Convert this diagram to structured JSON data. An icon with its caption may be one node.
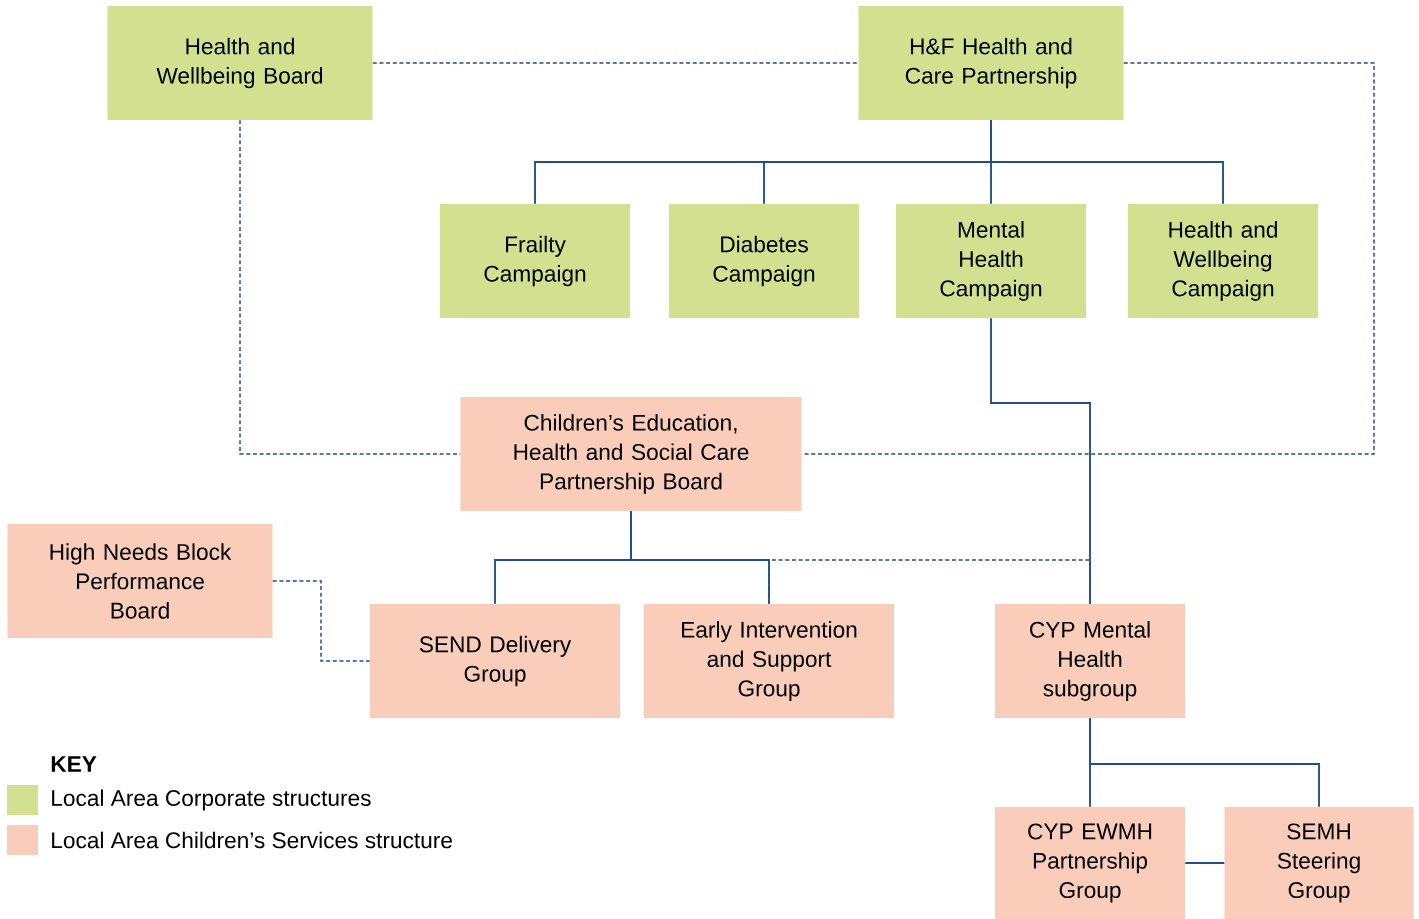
{
  "diagram": {
    "nodes": [
      {
        "text": [
          "Health and Wellbeing Board"
        ]
      },
      {
        "text": [
          "H&F Health and Care Partnership"
        ]
      },
      {
        "text": [
          "Frailty Campaign"
        ]
      },
      {
        "text": [
          "Diabetes Campaign"
        ]
      },
      {
        "text": [
          "Mental Health Campaign"
        ]
      },
      {
        "text": [
          "Health and Wellbeing Campaign"
        ]
      },
      {
        "text": [
          "Children’s Education, Health and Social Care Partnership Board"
        ]
      },
      {
        "text": [
          "High Needs Block Performance Board"
        ]
      },
      {
        "text": [
          "SEND Delivery Group"
        ]
      },
      {
        "text": [
          "Early Intervention and Support Group"
        ]
      },
      {
        "text": [
          "CYP Mental Health subgroup"
        ]
      },
      {
        "text": [
          "CYP EWMH Partnership Group"
        ]
      },
      {
        "text": [
          "SEMH Steering Group"
        ]
      }
    ],
    "edges": [
      {
        "from": 0,
        "to": 1,
        "arrow": "none",
        "style": "dashed"
      },
      {
        "from": 1,
        "to": 2,
        "arrow": "none"
      },
      {
        "from": 1,
        "to": 3,
        "arrow": "none"
      },
      {
        "from": 1,
        "to": 4,
        "arrow": "none"
      },
      {
        "from": 1,
        "to": 5,
        "arrow": "none"
      },
      {
        "from": 0,
        "to": 6,
        "arrow": "none",
        "style": "dashed"
      },
      {
        "from": 1,
        "to": 6,
        "arrow": "none",
        "style": "dashed"
      },
      {
        "from": 4,
        "to": 10,
        "arrow": "none"
      },
      {
        "from": 6,
        "to": 8,
        "arrow": "none"
      },
      {
        "from": 6,
        "to": 9,
        "arrow": "none"
      },
      {
        "from": 9,
        "to": 10,
        "arrow": "none",
        "style": "dashed"
      },
      {
        "from": 7,
        "to": 8,
        "arrow": "none",
        "style": "dashed"
      },
      {
        "from": 10,
        "to": 11,
        "arrow": "none"
      },
      {
        "from": 10,
        "to": 12,
        "arrow": "none"
      },
      {
        "from": 11,
        "to": 12,
        "arrow": "none"
      }
    ],
    "labels": [
      "KEY"
    ],
    "legend": [
      {
        "text": "Local Area Corporate structures",
        "color": "#d3e08f"
      },
      {
        "text": "Local Area Children’s Services structure",
        "color": "#f9cdb9"
      }
    ]
  }
}
